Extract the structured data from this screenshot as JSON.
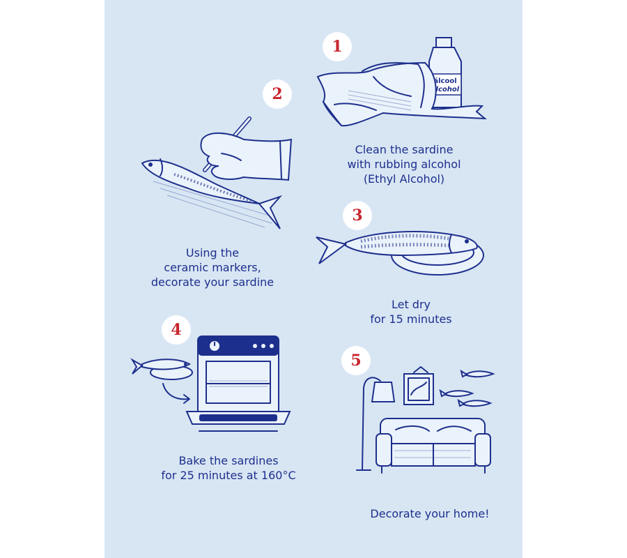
{
  "colors": {
    "background": "#d8e6f4",
    "ink": "#1d2f8c",
    "number": "#c8262e",
    "badge": "#ffffff"
  },
  "steps": [
    {
      "number": "1",
      "lines": [
        "Clean the sardine",
        "with rubbing alcohol",
        "(Ethyl Alcohol)"
      ]
    },
    {
      "number": "2",
      "lines": [
        "Using the",
        "ceramic markers,",
        "decorate your sardine"
      ]
    },
    {
      "number": "3",
      "lines": [
        "Let dry",
        "for 15 minutes"
      ]
    },
    {
      "number": "4",
      "lines": [
        "Bake the sardines",
        "for 25 minutes at 160°C"
      ]
    },
    {
      "number": "5",
      "lines": [
        "Decorate your home!"
      ]
    }
  ],
  "bottle_label": [
    "álcool",
    "alcohol"
  ],
  "icons": [
    "cloth-icon",
    "alcohol-bottle-icon",
    "hand-marker-icon",
    "sardine-icon",
    "plate-icon",
    "oven-icon",
    "lamp-icon",
    "sofa-icon",
    "frame-icon"
  ]
}
